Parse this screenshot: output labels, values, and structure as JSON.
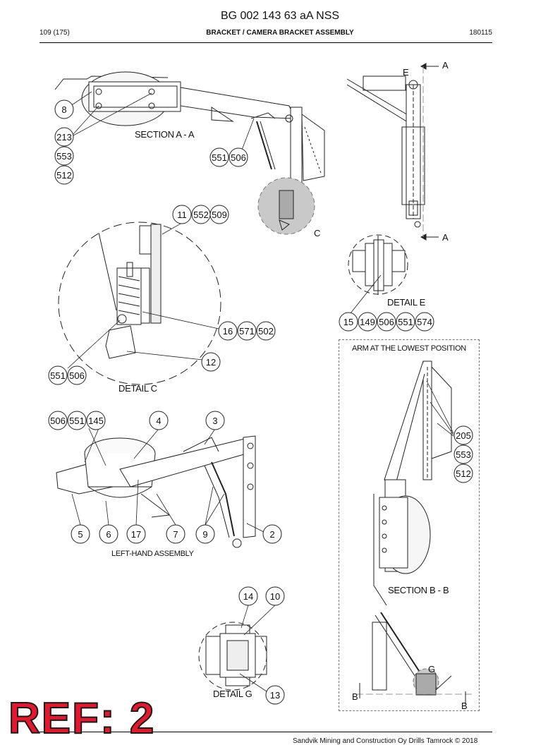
{
  "header": {
    "doc_id": "BG 002 143 63 aA NSS",
    "page": "109 (175)",
    "title": "BRACKET / CAMERA BRACKET ASSEMBLY",
    "date": "180115"
  },
  "labels": {
    "section_aa": "SECTION A - A",
    "detail_c": "DETAIL C",
    "detail_e": "DETAIL E",
    "detail_g": "DETAIL G",
    "left_hand": "LEFT-HAND ASSEMBLY",
    "arm_lowest": "ARM AT THE LOWEST POSITION",
    "section_bb": "SECTION B - B",
    "c_marker": "C",
    "e_marker": "E",
    "g_marker": "G",
    "a_top": "A",
    "a_bottom": "A",
    "b_left": "B",
    "b_right": "B"
  },
  "callouts": {
    "c8": "8",
    "c213": "213",
    "c553a": "553",
    "c512a": "512",
    "c551a": "551",
    "c506a": "506",
    "c11": "11",
    "c552": "552",
    "c509": "509",
    "c16": "16",
    "c571": "571",
    "c502": "502",
    "c12": "12",
    "c551b": "551",
    "c506b": "506",
    "c15": "15",
    "c149": "149",
    "c506c": "506",
    "c551c": "551",
    "c574": "574",
    "c506d": "506",
    "c551d": "551",
    "c145": "145",
    "c4": "4",
    "c3": "3",
    "c5": "5",
    "c6": "6",
    "c17": "17",
    "c7": "7",
    "c9": "9",
    "c2": "2",
    "c205": "205",
    "c553b": "553",
    "c512b": "512",
    "c14": "14",
    "c10": "10",
    "c13": "13"
  },
  "stamp": "REF: 2",
  "footer": "Sandvik Mining and Construction Oy Drills Tamrock © 2018"
}
